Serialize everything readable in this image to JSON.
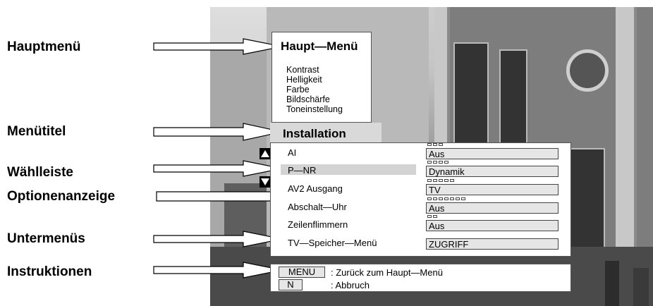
{
  "labels": {
    "hauptmenue": "Hauptmenü",
    "menuetitel": "Menütitel",
    "waehlleiste": "Wählleiste",
    "optionenanzeige": "Optionenanzeige",
    "untermenues": "Untermenüs",
    "instruktionen": "Instruktionen"
  },
  "main_menu": {
    "title": "Haupt—Menü",
    "items": [
      "Kontrast",
      "Helligkeit",
      "Farbe",
      "Bildschärfe",
      "Toneinstellung"
    ]
  },
  "submenu": {
    "title": "Installation",
    "rows": [
      {
        "label": "AI",
        "value": "Aus",
        "dots": 3
      },
      {
        "label": "P—NR",
        "value": "Dynamik",
        "dots": 4
      },
      {
        "label": "AV2 Ausgang",
        "value": "TV",
        "dots": 5
      },
      {
        "label": "Abschalt—Uhr",
        "value": "Aus",
        "dots": 7
      },
      {
        "label": "Zeilenflimmern",
        "value": "Aus",
        "dots": 2
      },
      {
        "label": "TV—Speicher—Menü",
        "value": "ZUGRIFF",
        "dots": 0
      }
    ]
  },
  "instructions": {
    "keys": [
      {
        "key": "MENU",
        "text": ": Zurück zum Haupt—Menü"
      },
      {
        "key": "N",
        "text": ": Abbruch"
      }
    ]
  },
  "colors": {
    "selection": "#d3d3d3",
    "value_box": "#e6e6e6",
    "title_bar": "#d9d9d9"
  },
  "icons": [
    "up-arrow-icon",
    "down-arrow-icon",
    "left-arrow-icon",
    "right-arrow-icon"
  ]
}
